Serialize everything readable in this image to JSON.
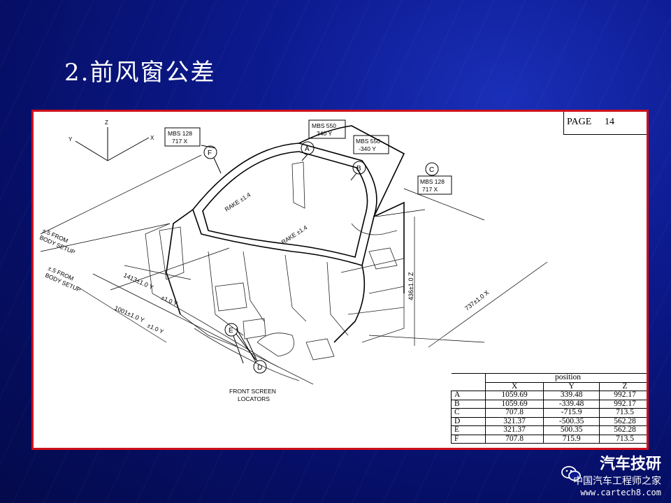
{
  "slide": {
    "title": "2.前风窗公差"
  },
  "page_box": {
    "label": "PAGE",
    "number": "14"
  },
  "axes": {
    "z": "Z",
    "y": "Y",
    "x": "X"
  },
  "callouts": [
    {
      "id": "A",
      "line1": "MBS 550",
      "line2": "340 Y"
    },
    {
      "id": "B",
      "line1": "MBS 550",
      "line2": "-340 Y"
    },
    {
      "id": "C",
      "line1": "MBS 128",
      "line2": "717 X"
    },
    {
      "id": "F",
      "line1": "MBS 128",
      "line2": "717 X"
    }
  ],
  "markers": [
    "A",
    "B",
    "C",
    "D",
    "E",
    "F"
  ],
  "annotations": {
    "rake1": "RAKE ±1.4",
    "rake2": "RAKE ±1.4",
    "from1a": "±.5 FROM",
    "from1b": "BODY SETUP",
    "from2a": "±.5 FROM",
    "from2b": "BODY SETUP",
    "dim_y1": "1413±1.0 Y",
    "dim_y2": "1001±1.0 Y",
    "dim_y_small1": "±1.0 Y",
    "dim_y_small2": "±1.0 Y",
    "dim_z": "436±1.0 Z",
    "dim_x": "737±1.0 X",
    "locators1": "FRONT SCREEN",
    "locators2": "LOCATORS"
  },
  "table": {
    "header": "position",
    "columns": [
      "X",
      "Y",
      "Z"
    ],
    "rows": [
      {
        "label": "A",
        "x": "1059.69",
        "y": "339.48",
        "z": "992.17"
      },
      {
        "label": "B",
        "x": "1059.69",
        "y": "-339.48",
        "z": "992.17"
      },
      {
        "label": "C",
        "x": "707.8",
        "y": "-715.9",
        "z": "713.5"
      },
      {
        "label": "D",
        "x": "321.37",
        "y": "-500.35",
        "z": "562.28"
      },
      {
        "label": "E",
        "x": "321.37",
        "y": "500.35",
        "z": "562.28"
      },
      {
        "label": "F",
        "x": "707.8",
        "y": "715.9",
        "z": "713.5"
      }
    ]
  },
  "watermark": {
    "brand": "汽车技研",
    "site_name": "中国汽车工程师之家",
    "url": "www.cartech8.com"
  }
}
